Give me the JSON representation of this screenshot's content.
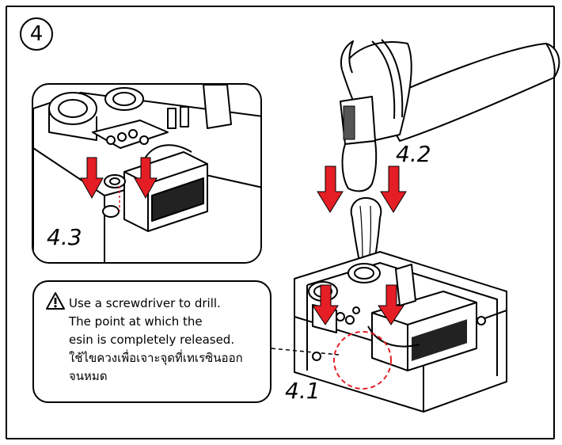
{
  "step": {
    "number": "4"
  },
  "labels": {
    "inset": "4.3",
    "hammer": "4.2",
    "main": "4.1"
  },
  "note": {
    "icon": "warning-triangle-icon",
    "lines": [
      "Use a screwdriver to drill.",
      "The point at which the",
      "esin is completely released.",
      "ใช้ไขควงเพื่อเจาะจุดที่เทเรซินออก",
      "จนหมด"
    ]
  },
  "colors": {
    "arrow": "#e41e24",
    "outline": "#000000",
    "circle": "#e41e24"
  }
}
